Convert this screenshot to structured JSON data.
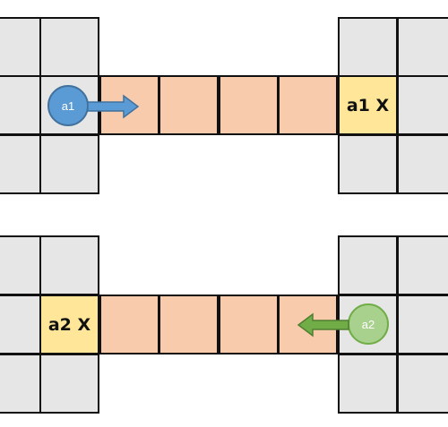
{
  "scenarios": [
    {
      "agent": {
        "label": "a1",
        "color": "#5b9bd5",
        "border": "#41719c"
      },
      "goal": {
        "label": "a1 X"
      },
      "arrow": {
        "direction": "right",
        "color": "#5b9bd5"
      }
    },
    {
      "agent": {
        "label": "a2",
        "color": "#a9d18e",
        "border": "#70ad47"
      },
      "goal": {
        "label": "a2 X"
      },
      "arrow": {
        "direction": "left",
        "color": "#70ad47"
      }
    }
  ],
  "colors": {
    "wall": "#e6e6e6",
    "corridor": "#f8cbad",
    "goal": "#ffe699",
    "grid_line": "#111111"
  }
}
